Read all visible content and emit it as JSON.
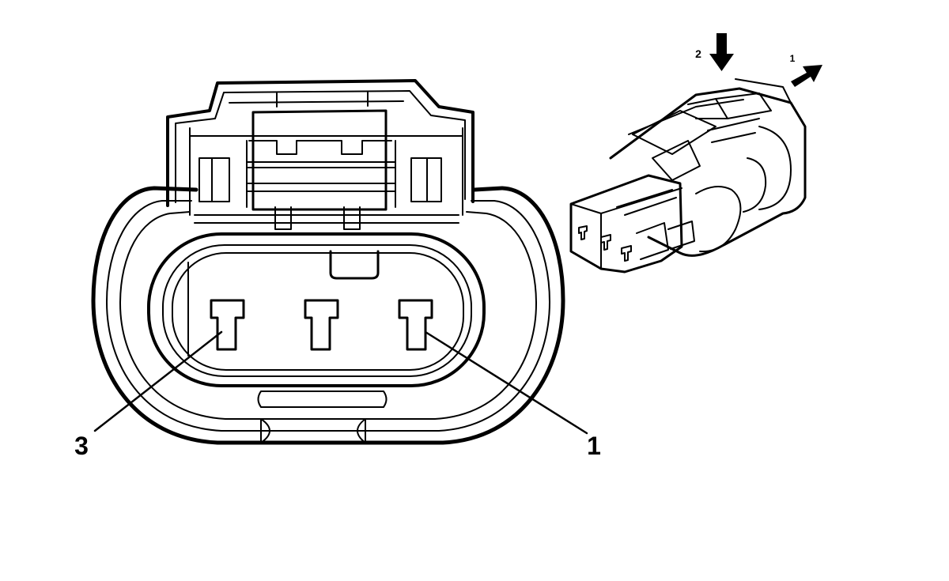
{
  "face_view": {
    "callouts": [
      {
        "id": "pin-3",
        "text": "3"
      },
      {
        "id": "pin-1",
        "text": "1"
      }
    ]
  },
  "iso_view": {
    "steps": [
      {
        "id": "step-2",
        "text": "2",
        "direction": "down"
      },
      {
        "id": "step-1",
        "text": "1",
        "direction": "up-right"
      }
    ]
  }
}
